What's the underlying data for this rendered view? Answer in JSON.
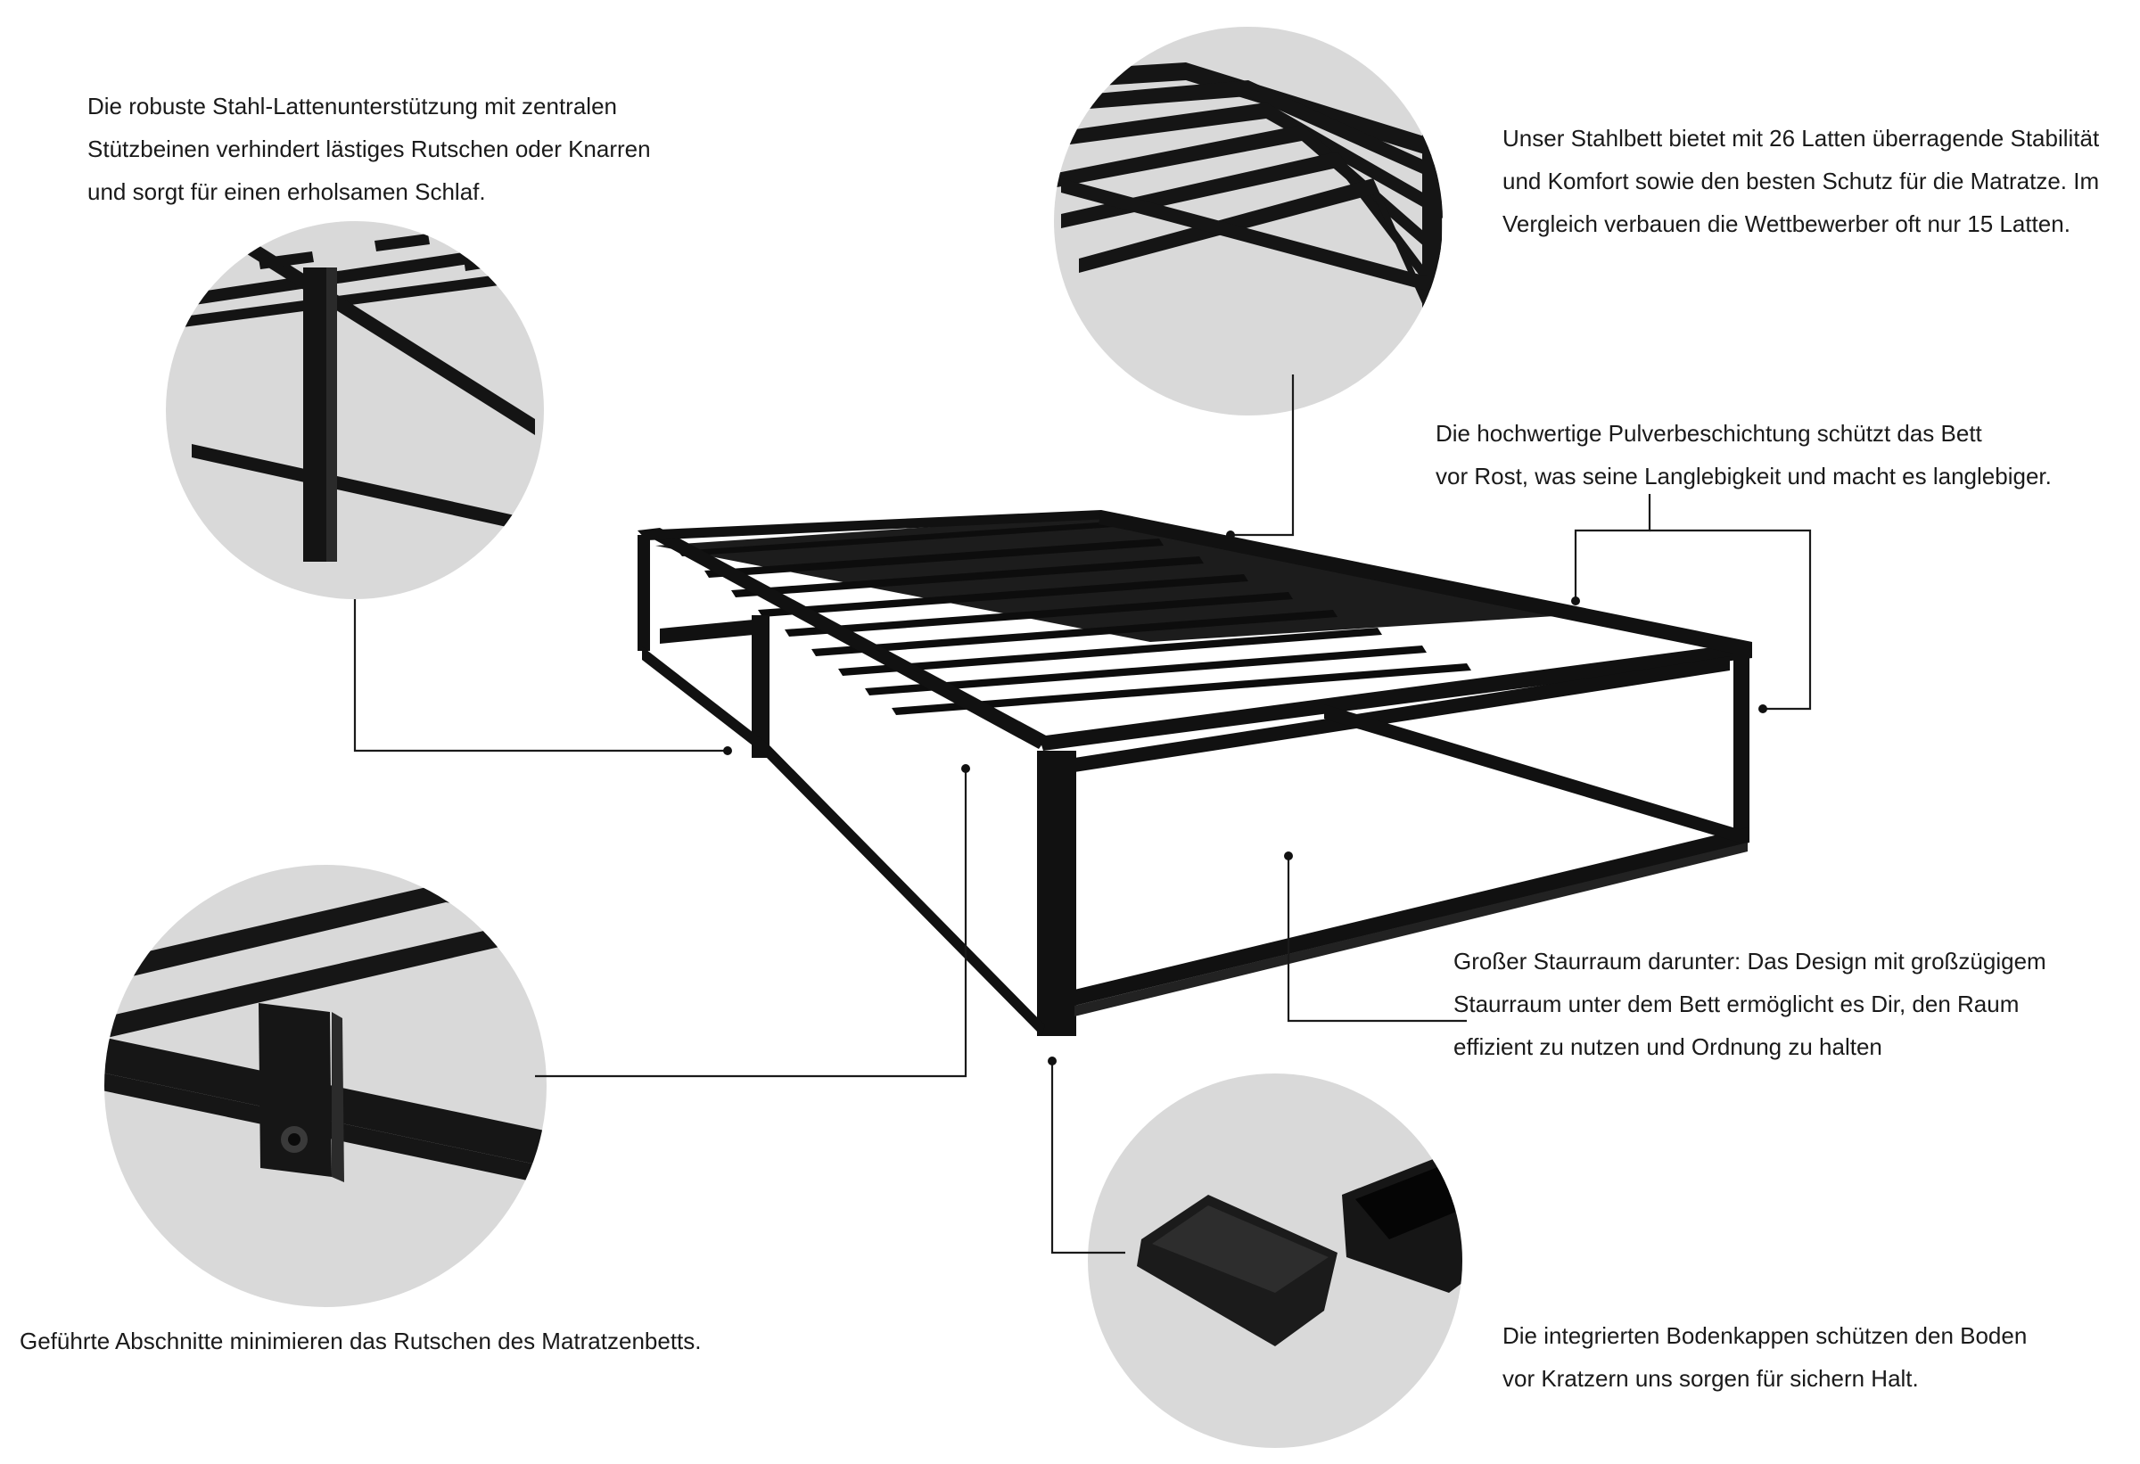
{
  "captions": {
    "slat_support": {
      "lines": [
        "Die robuste Stahl-Lattenunterstützung mit zentralen",
        "Stützbeinen verhindert lästiges Rutschen oder Knarren",
        "und sorgt für einen erholsamen Schlaf."
      ]
    },
    "slat_count": {
      "lines": [
        "Unser Stahlbett bietet mit 26 Latten überragende Stabilität",
        "und Komfort sowie den besten Schutz für die Matratze. Im",
        "Vergleich verbauen die Wettbewerber oft nur 15 Latten."
      ]
    },
    "powder_coating": {
      "lines": [
        "Die hochwertige Pulverbeschichtung schützt das Bett",
        "vor Rost, was seine Langlebigkeit und macht es langlebiger."
      ]
    },
    "storage": {
      "lines": [
        "Großer Staurraum darunter: Das Design mit großzügigem",
        "Staurraum unter dem Bett ermöglicht es Dir, den Raum",
        "effizient zu nutzen und Ordnung zu halten"
      ]
    },
    "guides": {
      "lines": [
        "Geführte Abschnitte minimieren das Rutschen des Matratzenbetts."
      ]
    },
    "floor_caps": {
      "lines": [
        "Die integrierten Bodenkappen schützen den Boden",
        "vor Kratzern uns sorgen für sichern Halt."
      ]
    }
  },
  "colors": {
    "background": "#ffffff",
    "circle_fill": "#d9d9d9",
    "frame": "#111111",
    "leader_line": "#1a1a1a",
    "text": "#1a1a1a"
  },
  "icons": [
    "bed-frame-illustration",
    "slat-support-detail",
    "slat-top-detail",
    "slat-guide-detail",
    "floor-cap-detail"
  ]
}
